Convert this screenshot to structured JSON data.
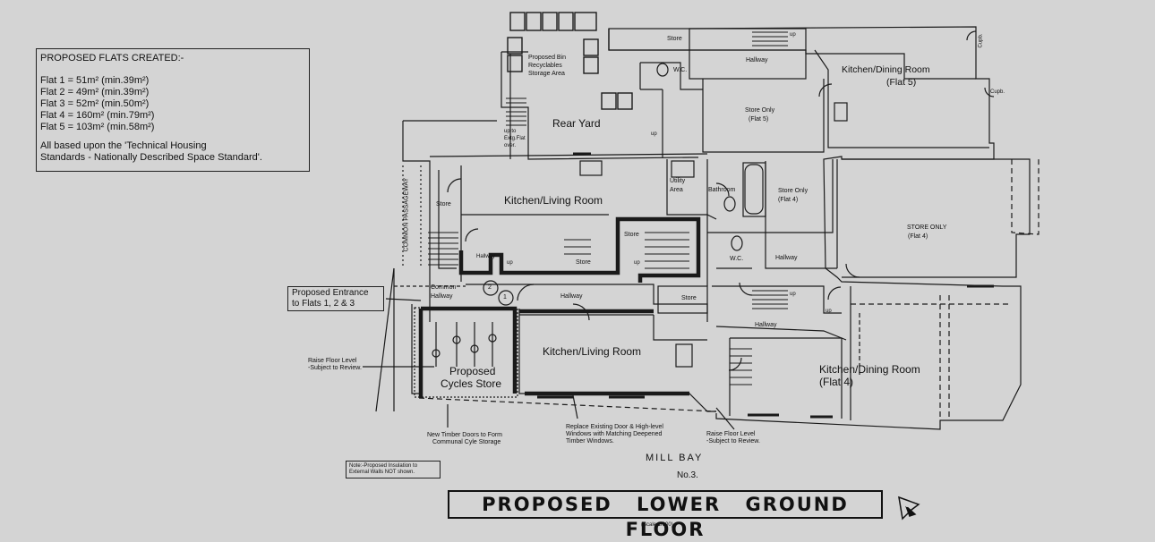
{
  "flats_summary": {
    "heading": "PROPOSED FLATS CREATED:-",
    "lines": [
      "Flat 1 = 51m² (min.39m²)",
      "Flat 2 = 49m² (min.39m²)",
      "Flat 3 = 52m² (min.50m²)",
      "Flat 4 = 160m² (min.79m²)",
      "Flat 5 = 103m² (min.58m²)"
    ],
    "note_line1": "All based upon the 'Technical Housing",
    "note_line2": "Standards - Nationally Described Space Standard'."
  },
  "rooms": {
    "store_top": "Store",
    "hallway_top": "Hallway",
    "wc_top": "W.C.",
    "kitchen_dining_5": "Kitchen/Dining Room",
    "kitchen_dining_5_flat": "(Flat 5)",
    "cupb_1": "Cupb.",
    "cupb_2": "Cupb.",
    "bin_store_1": "Proposed Bin",
    "bin_store_2": "Recyclables",
    "bin_store_3": "Storage Area",
    "rear_yard": "Rear Yard",
    "store_only_5": "Store Only",
    "store_only_5_flat": "(Flat 5)",
    "up_extg_1": "up to",
    "up_extg_2": "Extg.Flat",
    "up_extg_3": "over.",
    "common_passageway": "COMMON PASSAGEWAY",
    "store_left": "Store",
    "kitchen_living_upper": "Kitchen/Living Room",
    "utility_1": "Utility",
    "utility_2": "Area",
    "bathroom": "Bathroom",
    "store_only_4": "Store Only",
    "store_only_4_flat": "(Flat 4)",
    "store_only_caps": "STORE ONLY",
    "store_only_caps_flat": "(Flat 4)",
    "store_mid": "Store",
    "store_mid2": "Store",
    "hallway_left": "Hallway",
    "wc_mid": "W.C.",
    "hallway_mid_right": "Hallway",
    "common_hallway_1": "Common",
    "common_hallway_2": "Hallway",
    "hallway_center": "Hallway",
    "store_lower": "Store",
    "hallway_lower": "Hallway",
    "kitchen_living_lower": "Kitchen/Living Room",
    "cycles_store_1": "Proposed",
    "cycles_store_2": "Cycles Store",
    "kitchen_dining_4": "Kitchen/Dining Room",
    "kitchen_dining_4_flat": "(Flat 4)",
    "circle_1": "1",
    "circle_2": "2",
    "up": "up"
  },
  "annotations": {
    "entrance_1": "Proposed Entrance",
    "entrance_2": "to Flats 1, 2 & 3",
    "raise_left_1": "Raise Floor Level",
    "raise_left_2": "-Subject to Review.",
    "raise_right_1": "Raise Floor Level",
    "raise_right_2": "-Subject to Review.",
    "timber_doors_1": "New Timber Doors to Form",
    "timber_doors_2": "Communal Cyle Storage",
    "replace_1": "Replace Existing Door & High-level",
    "replace_2": "Windows with Matching Deepened",
    "replace_3": "Timber Windows.",
    "note_1": "Note:-Proposed  Insulation to",
    "note_2": "External Walls NOT shown."
  },
  "street": {
    "name": "MILL  BAY",
    "number": "No.3."
  },
  "title": {
    "text": "PROPOSED  LOWER GROUND FLOOR",
    "scale": "(Scale  1/100)",
    "north": "N"
  }
}
